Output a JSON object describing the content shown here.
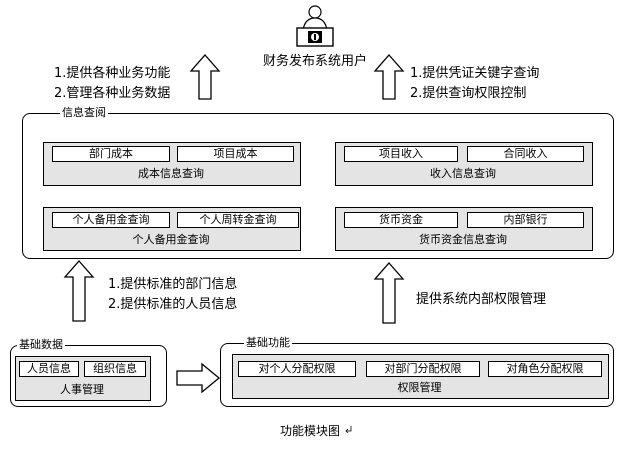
{
  "user": {
    "label": "财务发布系统用户"
  },
  "notes": {
    "left_top": [
      "1.提供各种业务功能",
      "2.管理各种业务数据"
    ],
    "right_top": [
      "1.提供凭证关键字查询",
      "2.提供查询权限控制"
    ],
    "middle_left": [
      "1.提供标准的部门信息",
      "2.提供标准的人员信息"
    ],
    "middle_right": "提供系统内部权限管理"
  },
  "info_query": {
    "title": "信息查阅",
    "cost": {
      "items": [
        "部门成本",
        "项目成本"
      ],
      "caption": "成本信息查询"
    },
    "income": {
      "items": [
        "项目收入",
        "合同收入"
      ],
      "caption": "收入信息查询"
    },
    "reserve": {
      "items": [
        "个人备用金查询",
        "个人周转金查询"
      ],
      "caption": "个人备用金查询"
    },
    "currency": {
      "items": [
        "货币资金",
        "内部银行"
      ],
      "caption": "货币资金信息查询"
    }
  },
  "base_data": {
    "title": "基础数据",
    "items": [
      "人员信息",
      "组织信息"
    ],
    "caption": "人事管理"
  },
  "base_func": {
    "title": "基础功能",
    "items": [
      "对个人分配权限",
      "对部门分配权限",
      "对角色分配权限"
    ],
    "caption": "权限管理"
  },
  "figure_caption": "功能模块图"
}
